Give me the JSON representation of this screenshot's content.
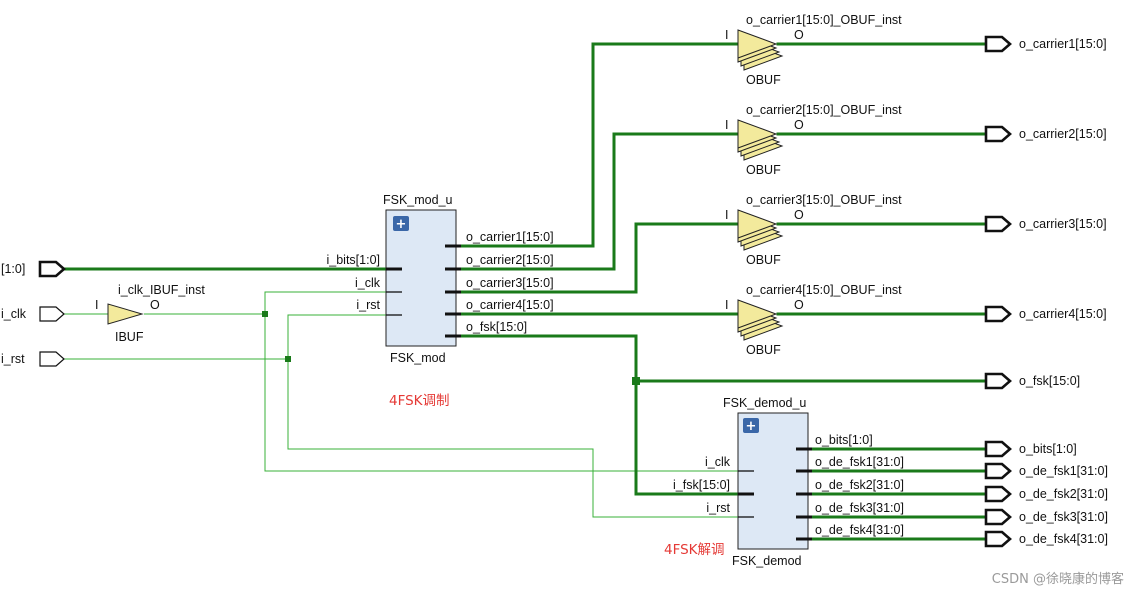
{
  "input_ports": [
    {
      "id": "bits",
      "label": "[1:0]",
      "bus": true
    },
    {
      "id": "clk",
      "label": "i_clk",
      "bus": false
    },
    {
      "id": "rst",
      "label": "i_rst",
      "bus": false
    }
  ],
  "ibuf": {
    "instance": "i_clk_IBUF_inst",
    "type": "IBUF",
    "pin_in": "I",
    "pin_out": "O"
  },
  "mod": {
    "instance": "FSK_mod_u",
    "type": "FSK_mod",
    "expand": "+",
    "inputs": [
      "i_bits[1:0]",
      "i_clk",
      "i_rst"
    ],
    "outputs": [
      "o_carrier1[15:0]",
      "o_carrier2[15:0]",
      "o_carrier3[15:0]",
      "o_carrier4[15:0]",
      "o_fsk[15:0]"
    ]
  },
  "demod": {
    "instance": "FSK_demod_u",
    "type": "FSK_demod",
    "expand": "+",
    "inputs": [
      "i_clk",
      "i_fsk[15:0]",
      "i_rst"
    ],
    "outputs": [
      "o_bits[1:0]",
      "o_de_fsk1[31:0]",
      "o_de_fsk2[31:0]",
      "o_de_fsk3[31:0]",
      "o_de_fsk4[31:0]"
    ]
  },
  "obufs": [
    {
      "instance": "o_carrier1[15:0]_OBUF_inst",
      "type": "OBUF",
      "pin_in": "I",
      "pin_out": "O"
    },
    {
      "instance": "o_carrier2[15:0]_OBUF_inst",
      "type": "OBUF",
      "pin_in": "I",
      "pin_out": "O"
    },
    {
      "instance": "o_carrier3[15:0]_OBUF_inst",
      "type": "OBUF",
      "pin_in": "I",
      "pin_out": "O"
    },
    {
      "instance": "o_carrier4[15:0]_OBUF_inst",
      "type": "OBUF",
      "pin_in": "I",
      "pin_out": "O"
    }
  ],
  "output_ports": [
    "o_carrier1[15:0]",
    "o_carrier2[15:0]",
    "o_carrier3[15:0]",
    "o_carrier4[15:0]",
    "o_fsk[15:0]",
    "o_bits[1:0]",
    "o_de_fsk1[31:0]",
    "o_de_fsk2[31:0]",
    "o_de_fsk3[31:0]",
    "o_de_fsk4[31:0]"
  ],
  "annotations": {
    "mod": "4FSK调制",
    "demod": "4FSK解调"
  },
  "watermark": "CSDN @徐晓康的博客",
  "colors": {
    "bus": "#1a7a1a",
    "net": "#38b038",
    "block": "#dde8f5",
    "buffer": "#f3ea9c",
    "annotation": "#e53935"
  }
}
